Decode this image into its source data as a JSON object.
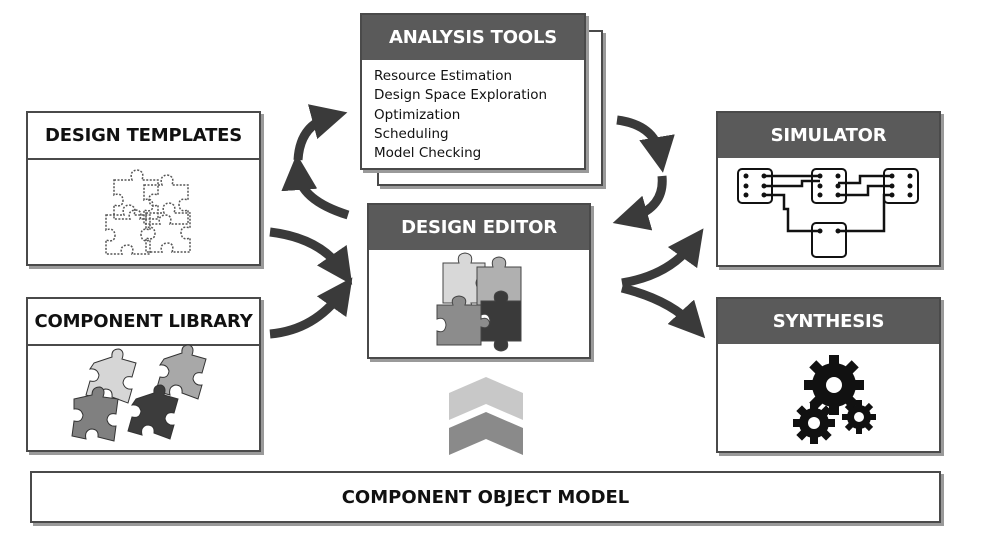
{
  "boxes": {
    "analysis_tools": {
      "title": "ANALYSIS TOOLS",
      "items": [
        "Resource Estimation",
        "Design Space Exploration",
        "Optimization",
        "Scheduling",
        "Model Checking"
      ]
    },
    "design_templates": {
      "title": "DESIGN TEMPLATES"
    },
    "component_library": {
      "title": "COMPONENT LIBRARY"
    },
    "design_editor": {
      "title": "DESIGN EDITOR"
    },
    "simulator": {
      "title": "SIMULATOR"
    },
    "synthesis": {
      "title": "SYNTHESIS"
    },
    "component_object_model": {
      "title": "COMPONENT OBJECT MODEL"
    }
  },
  "colors": {
    "header_dark": "#5a5a5a",
    "border": "#4a4a4a",
    "arrow": "#3a3a3a",
    "chevron_light": "#c8c8c8",
    "chevron_dark": "#8a8a8a"
  }
}
